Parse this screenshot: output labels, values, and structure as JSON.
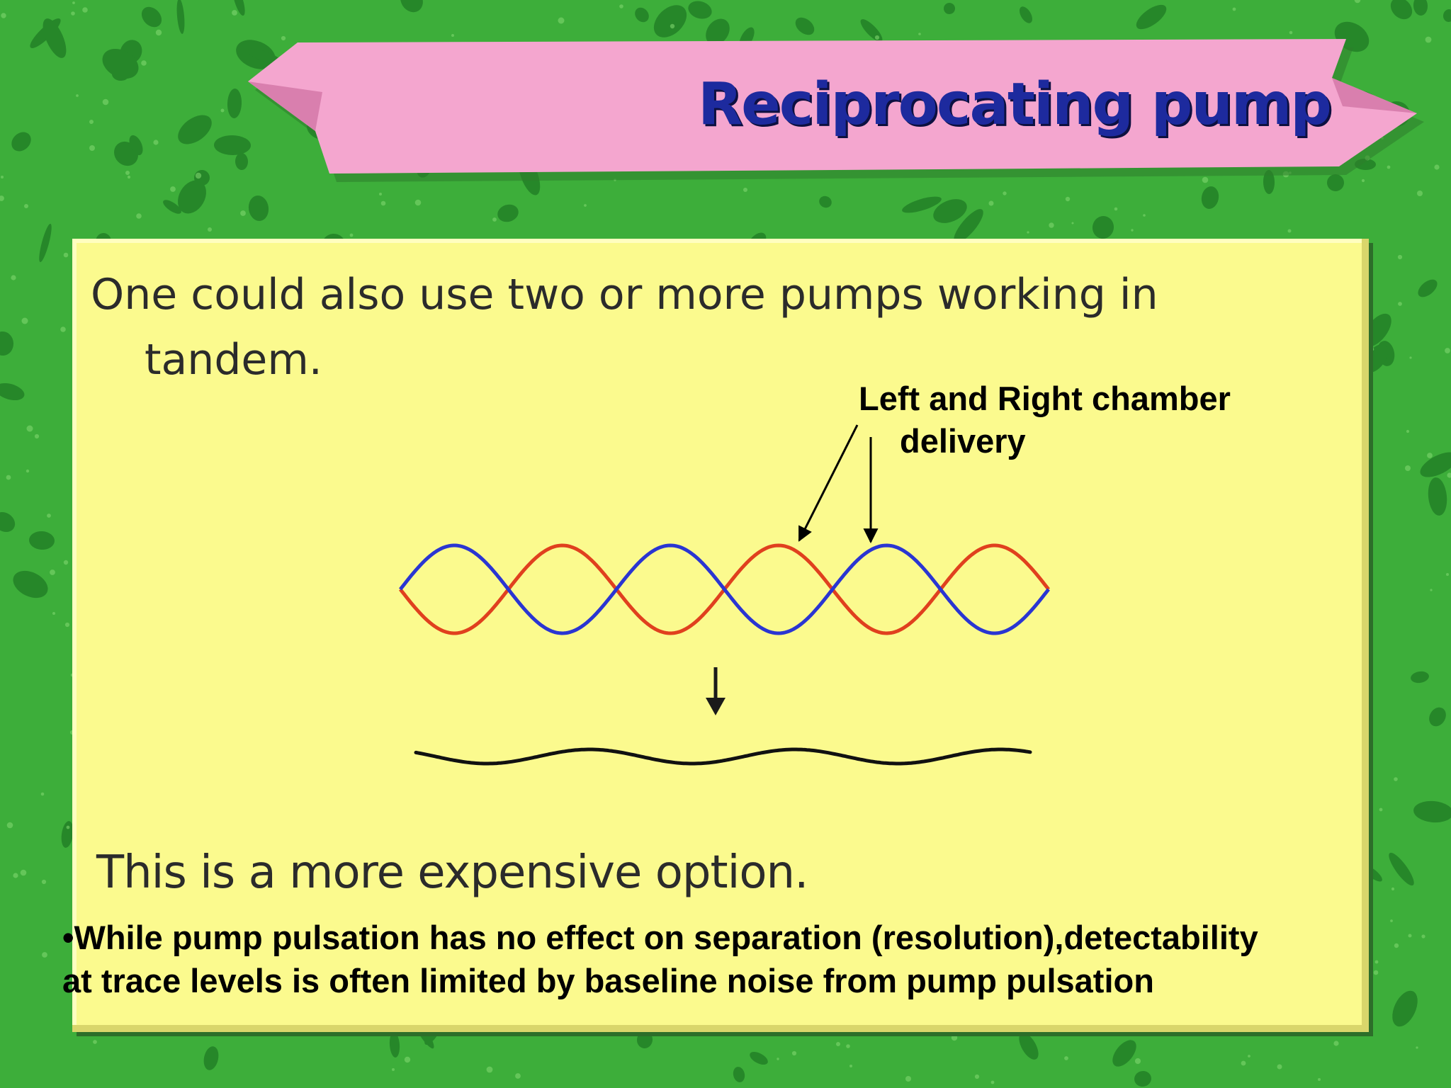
{
  "title": "Reciprocating pump",
  "intro_text": "One could also use two or more pumps working in tandem.",
  "annotation": {
    "line1": "Left and Right chamber",
    "line2": "delivery"
  },
  "closing_text": "This is a more expensive option.",
  "note": {
    "line1": "•While pump pulsation has no effect on separation (resolution),detectability",
    "line2": "at trace levels is often limited by baseline noise from pump pulsation"
  },
  "colors": {
    "background": "#3dae3a",
    "banner": "#f4a6cf",
    "panel": "#fbfa8e",
    "title": "#1d2a9e",
    "wave_left": "#e0401e",
    "wave_right": "#2a35d2",
    "combined": "#111111"
  },
  "diagram": {
    "icons": [
      "down-arrow-icon"
    ]
  }
}
